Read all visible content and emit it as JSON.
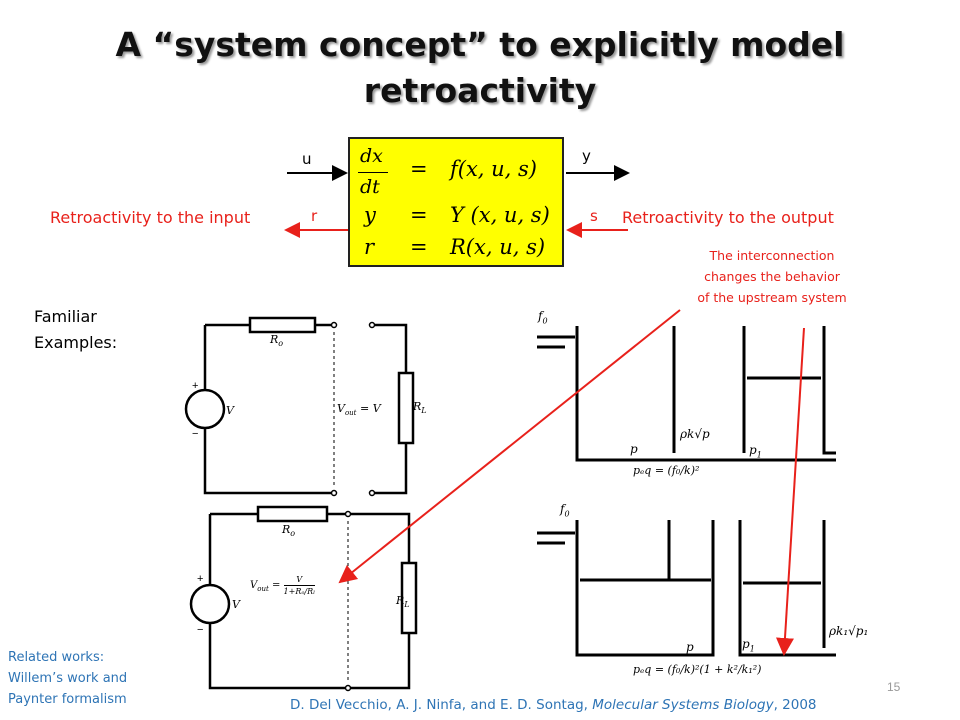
{
  "title_line1": "A “system concept” to explicitly model",
  "title_line2": "retroactivity",
  "block": {
    "u": "u",
    "y": "y",
    "r": "r",
    "s": "s",
    "eq1_lhs_num": "dx",
    "eq1_lhs_den": "dt",
    "eq1_rhs": "f(x, u, s)",
    "eq2_lhs": "y",
    "eq2_rhs": "Y (x, u, s)",
    "eq3_lhs": "r",
    "eq3_rhs": "R(x, u, s)",
    "eq_op": "="
  },
  "retro_input": "Retroactivity to the input",
  "retro_output": "Retroactivity to the output",
  "interconnection_note": [
    "The interconnection",
    "changes the behavior",
    "of the upstream system"
  ],
  "familiar_examples": [
    "Familiar",
    "Examples:"
  ],
  "circuit": {
    "ro": "R",
    "ro_sub": "o",
    "rl": "R",
    "rl_sub": "L",
    "v": "V",
    "plus": "+",
    "minus": "−",
    "vout_top": "V",
    "vout_top_sub": "out",
    "vout_top_rhs": "= V",
    "vout_bottom": "V",
    "vout_bottom_sub": "out",
    "vout_bottom_num": "V",
    "vout_bottom_den": "1+Rₒ/Rₗ"
  },
  "tanks": {
    "f0": "f",
    "f0_sub": "0",
    "p": "p",
    "p1": "p",
    "p1_sub": "1",
    "rho_k_sqrt_p": "ρk√p",
    "peq_top": "pₑq = (f₀/k)²",
    "rho_k1_sqrt_p1": "ρk₁√p₁",
    "peq_bottom": "pₑq = (f₀/k)²(1 + k²/k₁²)"
  },
  "related_works": [
    "Related works:",
    "Willem’s work and",
    "Paynter formalism"
  ],
  "citation_authors": "D. Del Vecchio, A. J. Ninfa, and E. D. Sontag, ",
  "citation_journal": "Molecular Systems Biology",
  "citation_year": ", 2008",
  "page_number": "15",
  "colors": {
    "accent_red": "#e8211b",
    "box_yellow": "#ffff00",
    "link_blue": "#2e74b5"
  }
}
